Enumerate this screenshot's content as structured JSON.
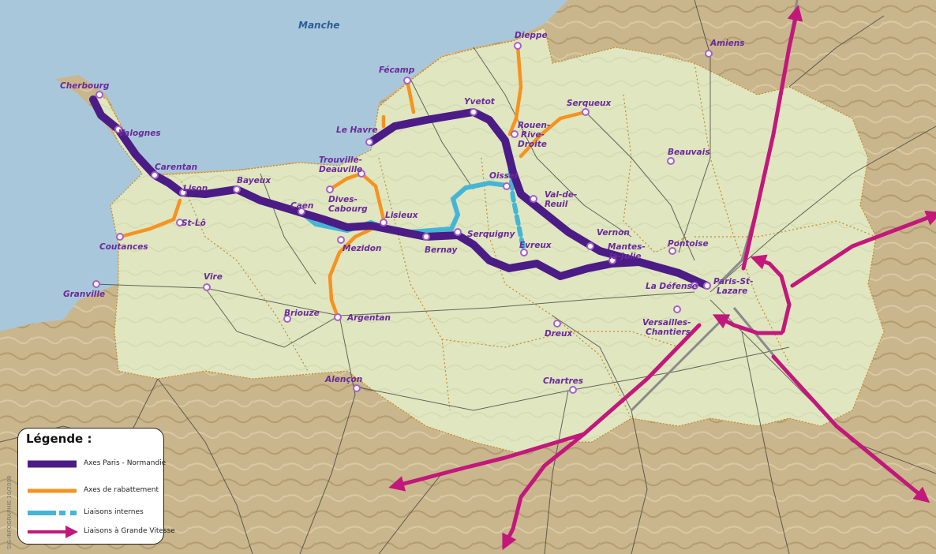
{
  "sea_label": "Manche",
  "cities": [
    {
      "name": "Cherbourg"
    },
    {
      "name": "Valognes"
    },
    {
      "name": "Carentan"
    },
    {
      "name": "Lison"
    },
    {
      "name": "Bayeux"
    },
    {
      "name": "St-Lô"
    },
    {
      "name": "Coutances"
    },
    {
      "name": "Granville"
    },
    {
      "name": "Vire"
    },
    {
      "name": "Caen"
    },
    {
      "name": "Dives-"
    },
    {
      "name": "Cabourg"
    },
    {
      "name": "Trouville-"
    },
    {
      "name": "Deauville"
    },
    {
      "name": "Lisieux"
    },
    {
      "name": "Mezidon"
    },
    {
      "name": "Briouze"
    },
    {
      "name": "Argentan"
    },
    {
      "name": "Alençon"
    },
    {
      "name": "Bernay"
    },
    {
      "name": "Serquigny"
    },
    {
      "name": "Evreux"
    },
    {
      "name": "Oissel"
    },
    {
      "name": "Val-de-"
    },
    {
      "name": "Reuil"
    },
    {
      "name": "Vernon"
    },
    {
      "name": "Le Havre"
    },
    {
      "name": "Fécamp"
    },
    {
      "name": "Yvetot"
    },
    {
      "name": "Dieppe"
    },
    {
      "name": "Rouen-"
    },
    {
      "name": "Rive-"
    },
    {
      "name": "Droite"
    },
    {
      "name": "Serqueux"
    },
    {
      "name": "Amiens"
    },
    {
      "name": "Beauvais"
    },
    {
      "name": "Pontoise"
    },
    {
      "name": "Mantes-"
    },
    {
      "name": "la-Jolie"
    },
    {
      "name": "La Défense"
    },
    {
      "name": "Paris-St-"
    },
    {
      "name": "Lazare"
    },
    {
      "name": "Versailles-"
    },
    {
      "name": "Chantiers"
    },
    {
      "name": "Dreux"
    },
    {
      "name": "Chartres"
    }
  ],
  "legend": {
    "title": "Légende :",
    "items": [
      {
        "label": "Axes Paris - Normandie",
        "color": "#4b1c86"
      },
      {
        "label": "Axes de rabattement",
        "color": "#f7921e"
      },
      {
        "label": "Liaisons internes",
        "color": "#45b5d6"
      },
      {
        "label": "Liaisons à Grande Vitesse",
        "color": "#c2187b"
      }
    ]
  },
  "credit": "SIG-INFOGRAPHIE 10/2008"
}
